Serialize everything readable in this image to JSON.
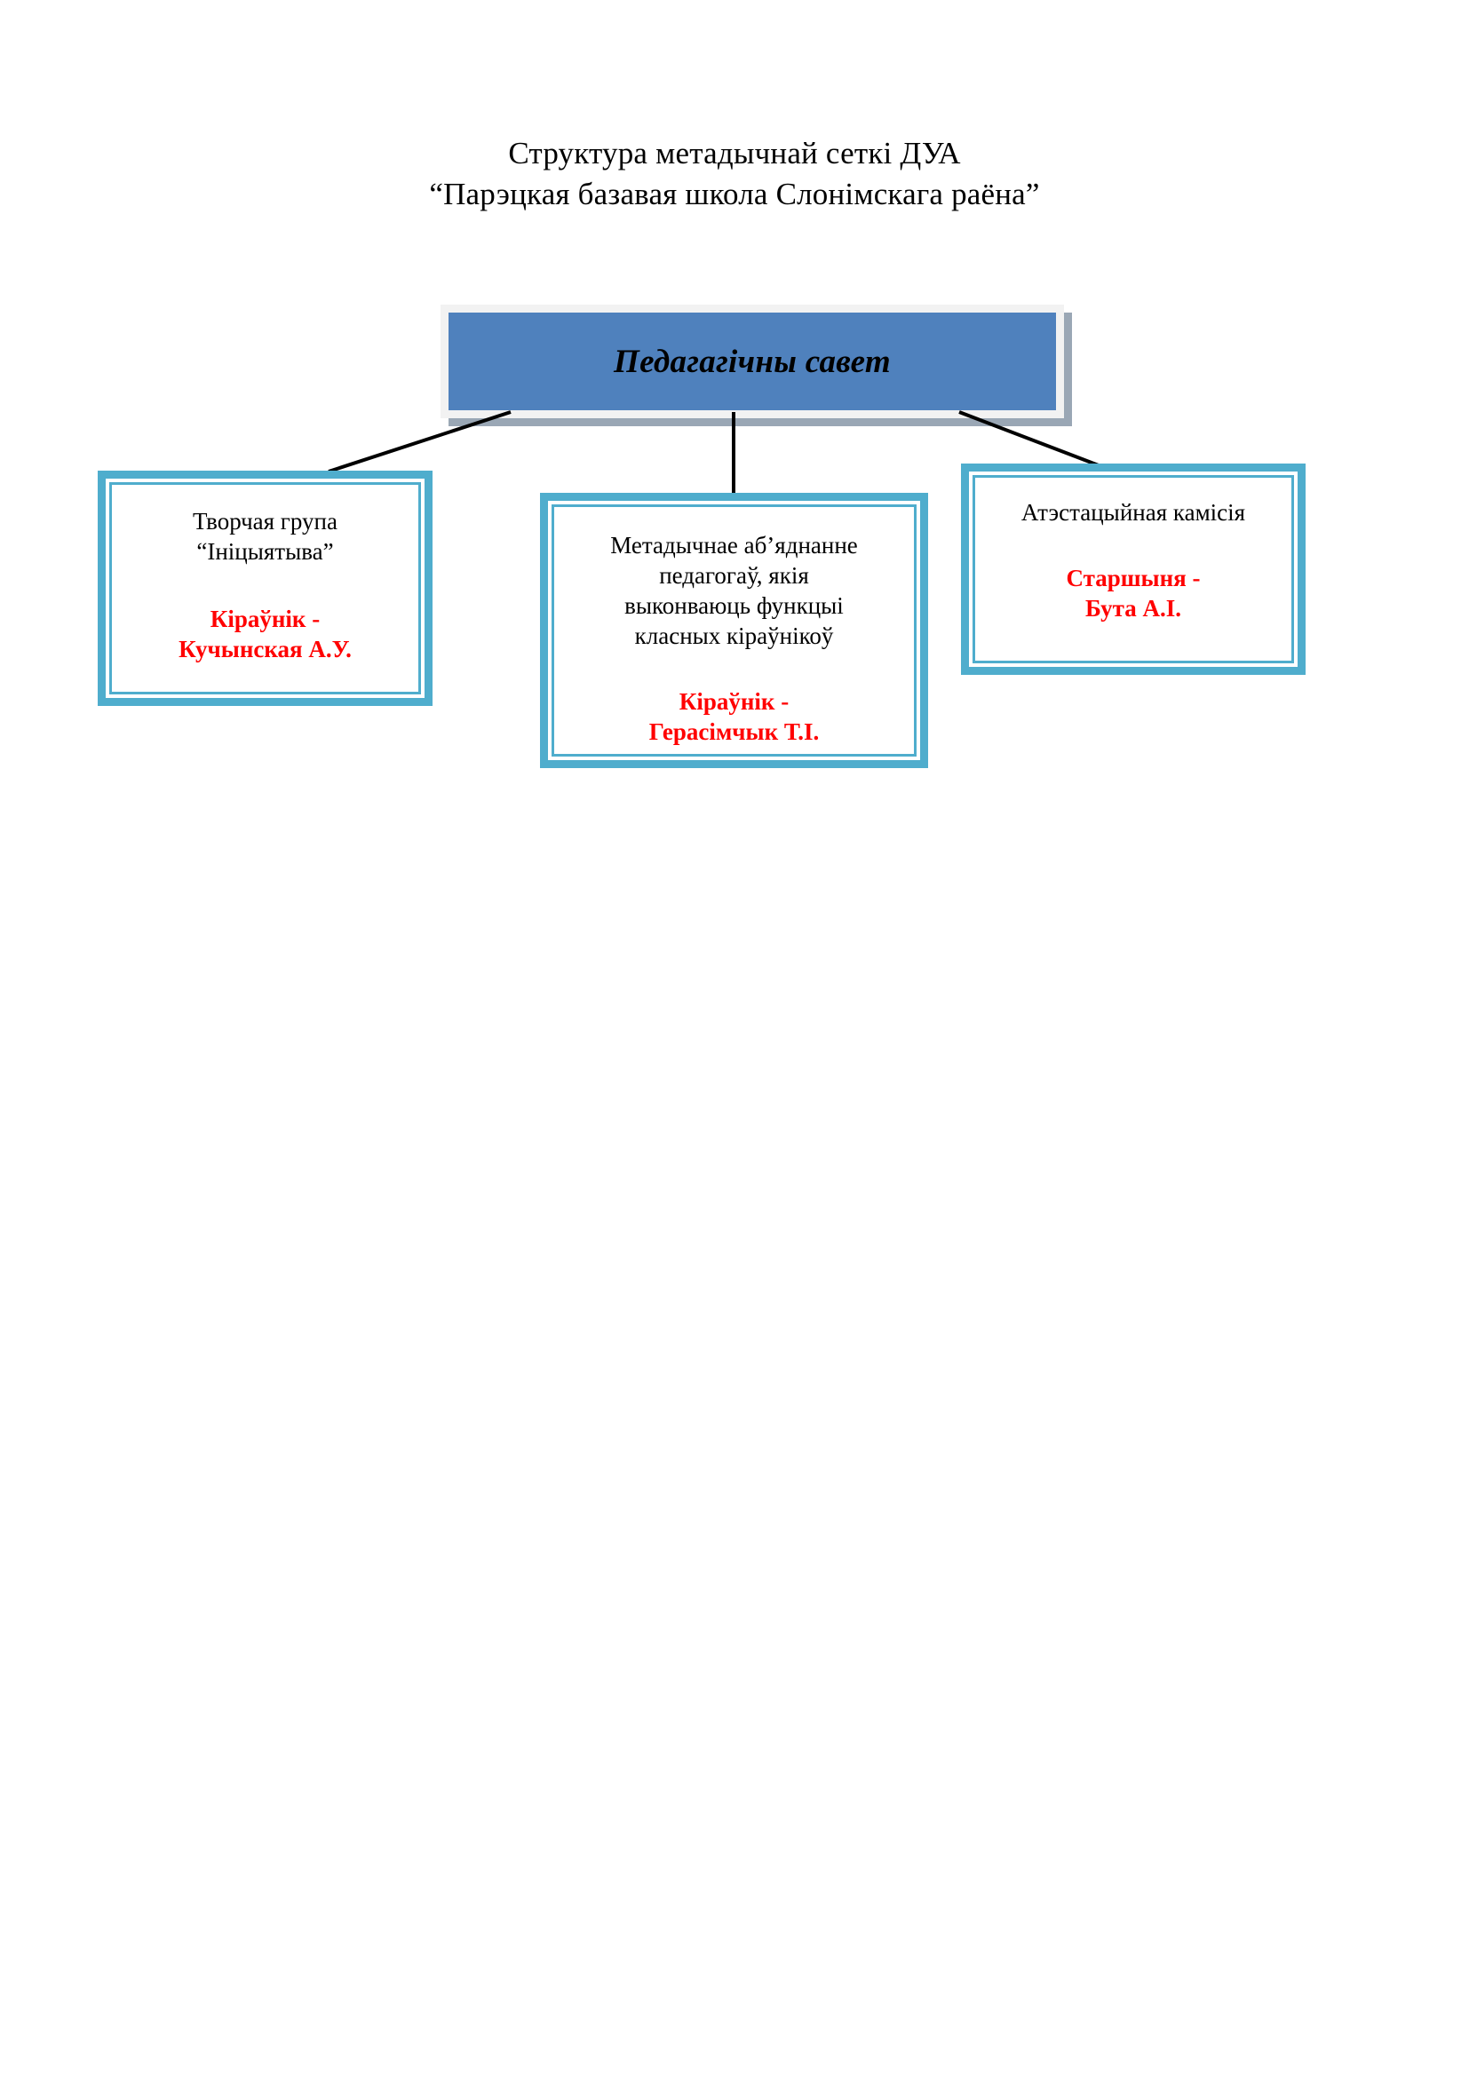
{
  "document": {
    "title_lines": [
      "Структура метадычнай сеткі ДУА",
      "“Парэцкая базавая школа Слонімскага раёна”"
    ]
  },
  "colors": {
    "root_fill": "#4F81BD",
    "root_frame": "#F2F2F2",
    "root_shadow": "#9AA7B5",
    "node_border_teal": "#4FADCD",
    "lead_text_red": "#FF0000",
    "body_text": "#000000",
    "page_background": "#FFFFFF"
  },
  "chart_data": {
    "type": "diagram",
    "diagram_kind": "organizational-hierarchy",
    "root": {
      "id": "pedagogical-council",
      "label": "Педагагічны савет"
    },
    "children": [
      {
        "id": "creative-group",
        "heading": "Творчая група\n“Ініцыятыва”",
        "heading_lines": [
          "Творчая група",
          "“Ініцыятыва”"
        ],
        "lead_lines": [
          "Кіраўнік -",
          "Кучынская А.У."
        ]
      },
      {
        "id": "methodical-association",
        "heading": "Метадычнае аб’яднанне педагогаў, якія выконваюць функцыі класных кіраўнікоў",
        "heading_lines": [
          "Метадычнае аб’яднанне",
          "педагогаў, якія",
          "выконваюць функцыі",
          "класных кіраўнікоў"
        ],
        "lead_lines": [
          "Кіраўнік -",
          "Герасімчык Т.І."
        ]
      },
      {
        "id": "attestation-commission",
        "heading": "Атэстацыйная камісія",
        "heading_lines": [
          "Атэстацыйная камісія"
        ],
        "lead_lines": [
          "Старшыня -",
          "Бута А.І."
        ]
      }
    ],
    "edges": [
      {
        "from": "pedagogical-council",
        "to": "creative-group",
        "style": "diagonal-line"
      },
      {
        "from": "pedagogical-council",
        "to": "methodical-association",
        "style": "vertical-line"
      },
      {
        "from": "pedagogical-council",
        "to": "attestation-commission",
        "style": "diagonal-line"
      }
    ]
  },
  "nodes": {
    "root": {
      "label": "Педагагічны савет"
    },
    "creative_group": {
      "heading_line_1": "Творчая група",
      "heading_line_2": "“Ініцыятыва”",
      "lead_line_1": "Кіраўнік -",
      "lead_line_2": "Кучынская А.У."
    },
    "methodical_association": {
      "heading_line_1": "Метадычнае аб’яднанне",
      "heading_line_2": "педагогаў, якія",
      "heading_line_3": "выконваюць функцыі",
      "heading_line_4": "класных кіраўнікоў",
      "lead_line_1": "Кіраўнік -",
      "lead_line_2": "Герасімчык Т.І."
    },
    "attestation_commission": {
      "heading_line_1": "Атэстацыйная камісія",
      "lead_line_1": "Старшыня -",
      "lead_line_2": "Бута А.І."
    }
  }
}
